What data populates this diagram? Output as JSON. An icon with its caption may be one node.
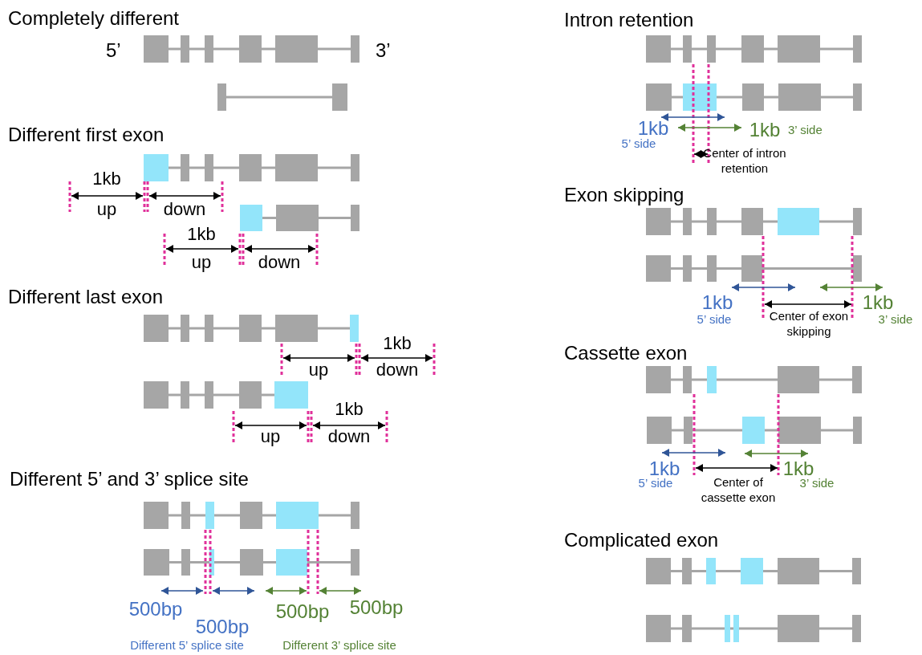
{
  "diagram": {
    "labels": [
      "Completely different",
      "5’",
      "3’",
      "Different first exon",
      "1kb",
      "up",
      "down",
      "1kb",
      "up",
      "down",
      "Different last exon",
      "1kb",
      "up",
      "down",
      "1kb",
      "up",
      "down",
      "Different 5’ and 3’ splice site",
      "500bp",
      "500bp",
      "500bp",
      "500bp",
      "Different 5’ splice site",
      "Different 3’ splice site",
      "Intron retention",
      "1kb",
      "1kb",
      "3’ side",
      "5’ side",
      "Center of intron retention",
      "Exon skipping",
      "1kb",
      "1kb",
      "5’ side",
      "Center of exon skipping",
      "3’ side",
      "Cassette exon",
      "1kb",
      "1kb",
      "5’ side",
      "Center of cassette exon",
      "3’ side",
      "Complicated exon"
    ]
  }
}
